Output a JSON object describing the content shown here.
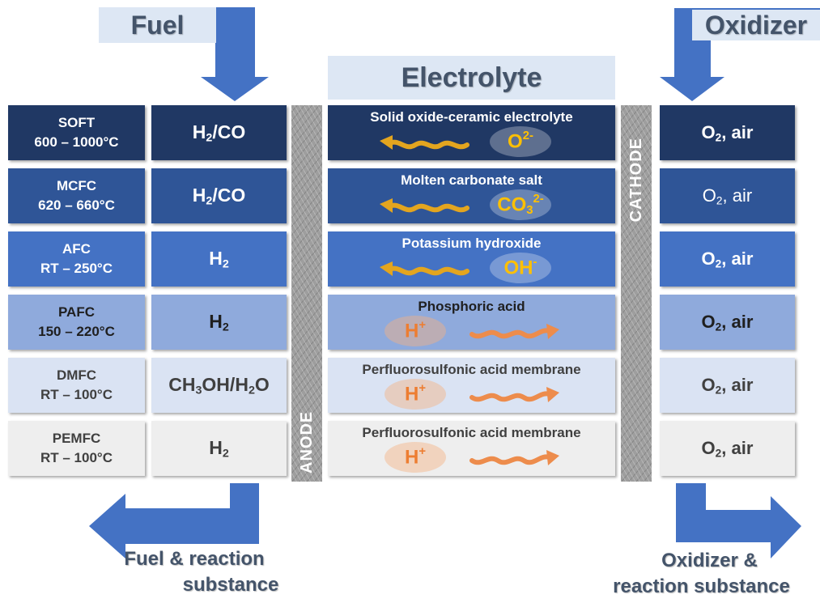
{
  "labels": {
    "fuel": "Fuel",
    "oxidizer": "Oxidizer",
    "electrolyte": "Electrolyte",
    "anode": "ANODE",
    "cathode": "CATHODE",
    "fuel_exit_line1": "Fuel & reaction",
    "fuel_exit_line2": "substance",
    "oxidizer_exit_line1": "Oxidizer &",
    "oxidizer_exit_line2": "reaction substance"
  },
  "colors": {
    "arrow": "#4472c4",
    "banner": "#dde7f4",
    "ion_arrow_left": "#e3a51f",
    "ion_arrow_right": "#ed8c4c"
  },
  "rows": [
    {
      "name": "SOFT",
      "temp": "600 – 1000°C",
      "fuel": "H2/CO",
      "oxidizer": "O2, air",
      "electrolyte": "Solid oxide-ceramic electrolyte",
      "ion": "O2-",
      "direction": "left",
      "bg": "#203864",
      "fg": "#ffffff"
    },
    {
      "name": "MCFC",
      "temp": "620 – 660°C",
      "fuel": "H2/CO",
      "oxidizer": "O2, air",
      "electrolyte": "Molten carbonate salt",
      "ion": "CO32-",
      "direction": "left",
      "bg": "#2f5597",
      "fg": "#ffffff"
    },
    {
      "name": "AFC",
      "temp": "RT – 250°C",
      "fuel": "H2",
      "oxidizer": "O2, air",
      "electrolyte": "Potassium hydroxide",
      "ion": "OH-",
      "direction": "left",
      "bg": "#4472c4",
      "fg": "#ffffff"
    },
    {
      "name": "PAFC",
      "temp": "150 – 220°C",
      "fuel": "H2",
      "oxidizer": "O2, air",
      "electrolyte": "Phosphoric acid",
      "ion": "H+",
      "direction": "right",
      "bg": "#8faadc",
      "fg": "#1f1f1f"
    },
    {
      "name": "DMFC",
      "temp": "RT – 100°C",
      "fuel": "CH3OH/H2O",
      "oxidizer": "O2, air",
      "electrolyte": "Perfluorosulfonic acid membrane",
      "ion": "H+",
      "direction": "right",
      "bg": "#dae3f3",
      "fg": "#404040"
    },
    {
      "name": "PEMFC",
      "temp": "RT – 100°C",
      "fuel": "H2",
      "oxidizer": "O2, air",
      "electrolyte": "Perfluorosulfonic acid membrane",
      "ion": "H+",
      "direction": "right",
      "bg": "#eeeeee",
      "fg": "#404040"
    }
  ]
}
